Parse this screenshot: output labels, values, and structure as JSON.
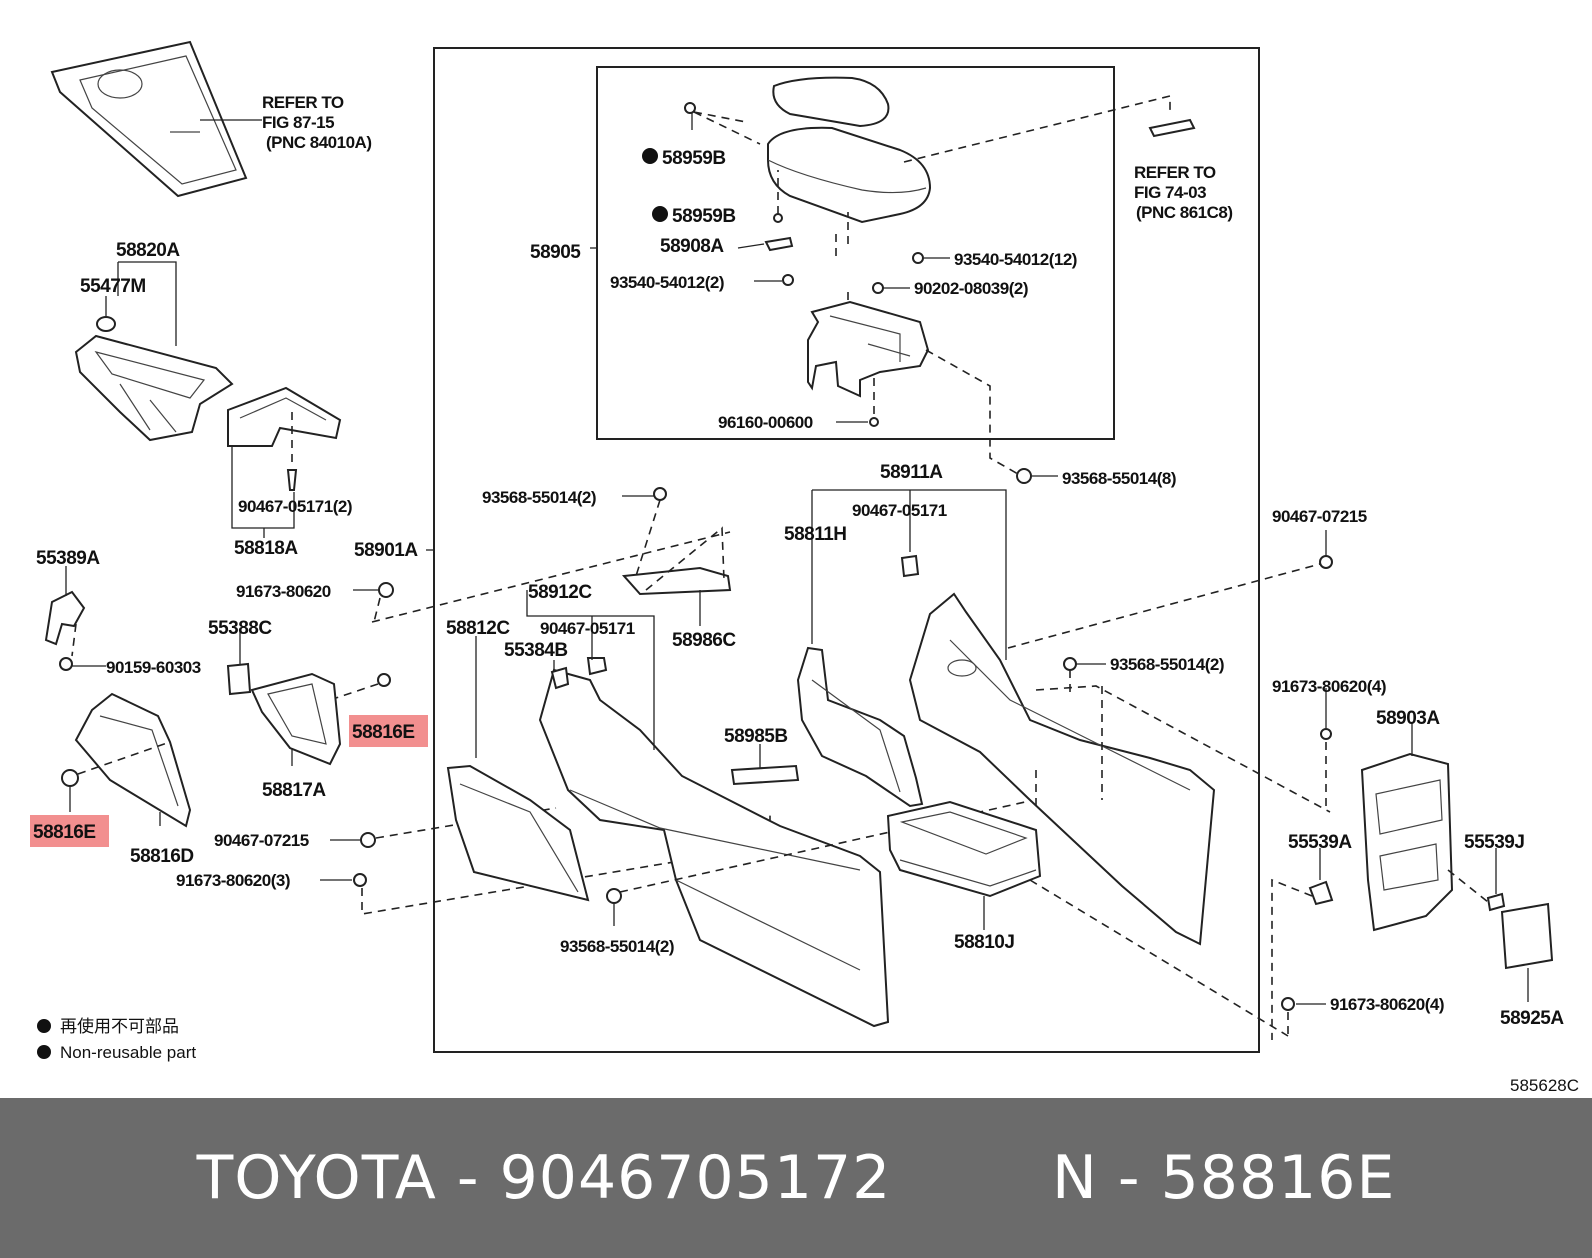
{
  "diagram": {
    "code": "585628C",
    "refer_left": [
      "REFER TO",
      "FIG 87-15",
      "(PNC 84010A)"
    ],
    "refer_right": [
      "REFER TO",
      "FIG 74-03",
      "(PNC 861C8)"
    ],
    "labels": {
      "p58820A": "58820A",
      "p55477M": "55477M",
      "p90467_05171_2": "90467-05171(2)",
      "p58818A": "58818A",
      "p58901A": "58901A",
      "p55389A": "55389A",
      "p91673_80620": "91673-80620",
      "p55388C": "55388C",
      "p90159_60303": "90159-60303",
      "p58816E_a": "58816E",
      "p58817A": "58817A",
      "p58816E_b": "58816E",
      "p58816D": "58816D",
      "p90467_07215_a": "90467-07215",
      "p91673_80620_3": "91673-80620(3)",
      "p58959B_a": "58959B",
      "p58959B_b": "58959B",
      "p58908A": "58908A",
      "p58905": "58905",
      "p93540_54012_2": "93540-54012(2)",
      "p93540_54012_12": "93540-54012(12)",
      "p90202_08039_2": "90202-08039(2)",
      "p96160_00600": "96160-00600",
      "p93568_55014_8": "93568-55014(8)",
      "p93568_55014_2a": "93568-55014(2)",
      "p58912C": "58912C",
      "p58812C": "58812C",
      "p90467_05171_b": "90467-05171",
      "p55384B": "55384B",
      "p58986C": "58986C",
      "p58911A": "58911A",
      "p90467_05171_c": "90467-05171",
      "p58811H": "58811H",
      "p58985B": "58985B",
      "p93568_55014_2b": "93568-55014(2)",
      "p58810J": "58810J",
      "p93568_55014_2c": "93568-55014(2)",
      "p90467_07215_b": "90467-07215",
      "p91673_80620_4a": "91673-80620(4)",
      "p58903A": "58903A",
      "p55539A": "55539A",
      "p55539J": "55539J",
      "p91673_80620_4b": "91673-80620(4)",
      "p58925A": "58925A"
    },
    "legend": {
      "line1": "再使用不可部品",
      "line2": "Non-reusable part"
    }
  },
  "footer": {
    "brand": "TOYOTA",
    "part_number": "9046705172",
    "ref": "N - 58816E"
  }
}
